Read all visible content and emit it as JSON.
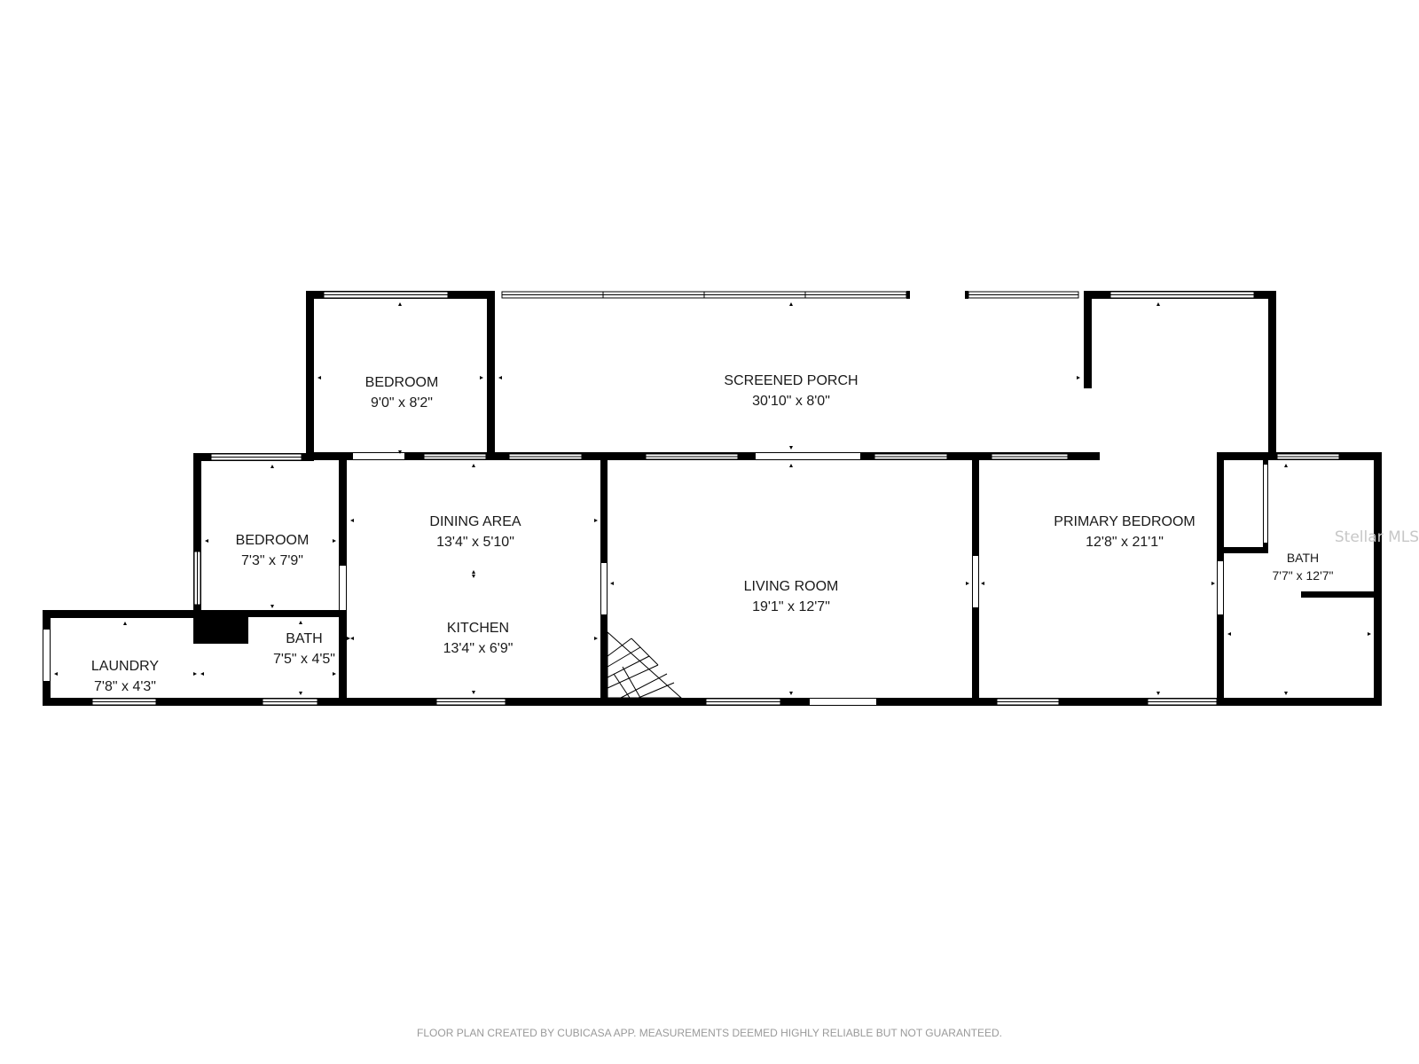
{
  "rooms": {
    "bedroom_top": {
      "name": "BEDROOM",
      "dims": "9'0\" x 8'2\""
    },
    "screened_porch": {
      "name": "SCREENED PORCH",
      "dims": "30'10\" x 8'0\""
    },
    "bedroom_left": {
      "name": "BEDROOM",
      "dims": "7'3\" x 7'9\""
    },
    "dining_area": {
      "name": "DINING AREA",
      "dims": "13'4\" x 5'10\""
    },
    "kitchen": {
      "name": "KITCHEN",
      "dims": "13'4\" x 6'9\""
    },
    "living_room": {
      "name": "LIVING ROOM",
      "dims": "19'1\" x 12'7\""
    },
    "primary_bedroom": {
      "name": "PRIMARY BEDROOM",
      "dims": "12'8\" x 21'1\""
    },
    "bath_right": {
      "name": "BATH",
      "dims": "7'7\" x 12'7\""
    },
    "bath_small": {
      "name": "BATH",
      "dims": "7'5\" x 4'5\""
    },
    "laundry": {
      "name": "LAUNDRY",
      "dims": "7'8\" x 4'3\""
    }
  },
  "watermark": "Stellar MLS",
  "footer": "FLOOR PLAN CREATED BY CUBICASA APP. MEASUREMENTS DEEMED HIGHLY RELIABLE BUT NOT GUARANTEED."
}
